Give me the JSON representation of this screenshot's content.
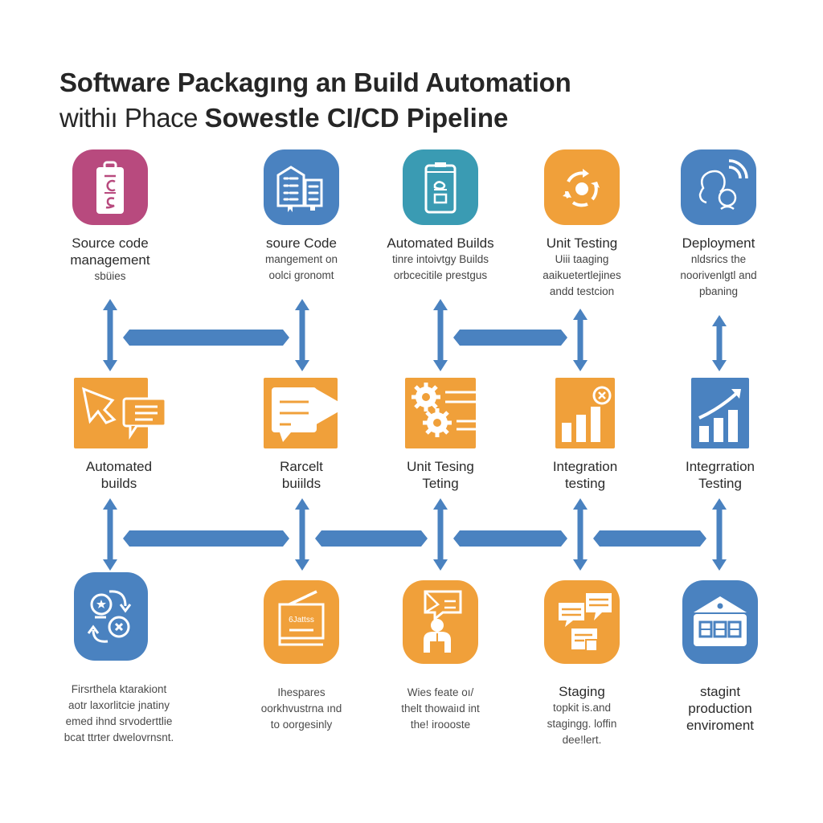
{
  "header": {
    "title": "Software Packagıng an Build Automation",
    "subtitle_light": "withiı Phace ",
    "subtitle_bold": "Sowestle CI/CD Pipeline"
  },
  "colors": {
    "magenta": "#b84a7e",
    "blue": "#4a82c0",
    "teal": "#3a9bb3",
    "orange": "#f0a03a",
    "arrow": "#4a82c0"
  },
  "rows": [
    {
      "nodes": [
        {
          "icon": "document-tag-icon",
          "color": "magenta",
          "shape": "round",
          "label": "Source code management",
          "desc": [
            "sbüies"
          ]
        },
        {
          "icon": "buildings-icon",
          "color": "blue",
          "shape": "round",
          "label": "soure Code",
          "desc": [
            "mangement on",
            "oolci gronomt"
          ]
        },
        {
          "icon": "clipboard-icon",
          "color": "teal",
          "shape": "round",
          "label": "Automated Builds",
          "desc": [
            "tinre intoivtgy Builds",
            "orbcecitile prestgus"
          ]
        },
        {
          "icon": "refresh-cycle-icon",
          "color": "orange",
          "shape": "round",
          "label": "Unit Testing",
          "desc": [
            "Uiii taaging",
            "aaikuetertlejines",
            "andd testcion"
          ]
        },
        {
          "icon": "user-signal-icon",
          "color": "blue",
          "shape": "round",
          "label": "Deployment",
          "desc": [
            "nldsrics the",
            "noorivenlgtl and",
            "pbaning"
          ]
        }
      ]
    },
    {
      "nodes": [
        {
          "icon": "cursor-chat-icon",
          "color": "orange",
          "shape": "square",
          "label": "Automated builds",
          "desc": []
        },
        {
          "icon": "message-play-icon",
          "color": "orange",
          "shape": "square",
          "label": "Rarcelt buiilds",
          "desc": []
        },
        {
          "icon": "gears-icon",
          "color": "orange",
          "shape": "square",
          "label": "Unit Tesing Teting",
          "desc": []
        },
        {
          "icon": "bar-chart-icon",
          "color": "orange",
          "shape": "square",
          "label": "Integration testing",
          "desc": []
        },
        {
          "icon": "growth-chart-icon",
          "color": "blue",
          "shape": "square",
          "label": "Integrration Testing",
          "desc": []
        }
      ]
    },
    {
      "nodes": [
        {
          "icon": "exchange-icon",
          "color": "blue",
          "shape": "round",
          "label": "",
          "desc": [
            "Firsrthela ktarakiont",
            "aotr laxorlitcie jnatiny",
            "emed ihnd srvoderttlie",
            "bcat ttrter dwelovrnsnt."
          ]
        },
        {
          "icon": "clapboard-icon",
          "color": "orange",
          "shape": "round",
          "label": "",
          "desc": [
            "Ihespares",
            "oorkhvustrna ınd",
            "to oorgesinly"
          ],
          "icon_text": "6Jattss"
        },
        {
          "icon": "presenter-icon",
          "color": "orange",
          "shape": "round",
          "label": "",
          "desc": [
            "Wies feate oı/",
            "thelt thowaiıd int",
            "the! iroooste"
          ]
        },
        {
          "icon": "chat-bubbles-icon",
          "color": "orange",
          "shape": "round",
          "label": "Staging",
          "desc": [
            "topkit is.and",
            "stagingg. loffin",
            "dee!lert."
          ]
        },
        {
          "icon": "warehouse-icon",
          "color": "blue",
          "shape": "round",
          "label": "stagint production enviroment",
          "desc": []
        }
      ]
    }
  ],
  "connectors": [
    {
      "between": "row1-row2",
      "vertical_columns": [
        1,
        2,
        3,
        4,
        5
      ],
      "horizontal_links": [
        [
          1,
          2
        ],
        [
          3,
          4
        ]
      ]
    },
    {
      "between": "row2-row3",
      "vertical_columns": [
        1,
        2,
        3,
        4,
        5
      ],
      "horizontal_links": [
        [
          1,
          2
        ],
        [
          2,
          3
        ],
        [
          3,
          4
        ],
        [
          4,
          5
        ]
      ]
    }
  ]
}
